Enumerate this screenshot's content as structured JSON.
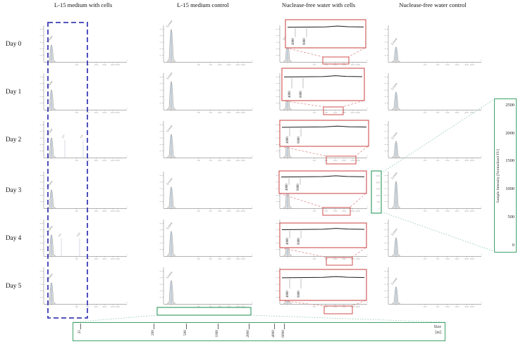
{
  "figure": {
    "column_titles": [
      "L-15 medium with cells",
      "L-15 medium control",
      "Nuclease-free water with cells",
      "Nuclease-free water control"
    ],
    "row_labels": [
      "Day 0",
      "Day 1",
      "Day 2",
      "Day 3",
      "Day 4",
      "Day 5"
    ]
  },
  "right_axis": {
    "label": "Sample Intensity [Normalized FU]",
    "ticks": [
      "2500",
      "2000",
      "1500",
      "1000",
      "500",
      "0"
    ]
  },
  "bottom_axis": {
    "ticks": [
      "25",
      "200",
      "500",
      "1000",
      "2000",
      "4000",
      "6000"
    ],
    "unit_line1": "Size",
    "unit_line2": "[nt]"
  },
  "chart_data": {
    "type": "line",
    "grid": {
      "rows": [
        "Day 0",
        "Day 1",
        "Day 2",
        "Day 3",
        "Day 4",
        "Day 5"
      ],
      "columns": [
        "L-15 medium with cells",
        "L-15 medium control",
        "Nuclease-free water with cells",
        "Nuclease-free water control"
      ]
    },
    "x": {
      "label": "Size [nt]",
      "scale": "log",
      "ticks": [
        25,
        200,
        500,
        1000,
        2000,
        4000,
        6000
      ]
    },
    "y": {
      "label": "Sample Intensity [Normalized FU]",
      "ticks": [
        0,
        500,
        1000,
        1500,
        2000,
        2500
      ]
    },
    "marker_peak_label": "Lower",
    "panel_trace": "flat baseline with single Lower marker peak",
    "additional_peaks": [
      {
        "row": "Day 2",
        "row_index": 2,
        "column": "L-15 medium with cells",
        "col_index": 0,
        "labels": [
          "137",
          "359"
        ],
        "x_offsets": [
          30,
          56
        ]
      },
      {
        "row": "Day 4",
        "row_index": 4,
        "column": "L-15 medium with cells",
        "col_index": 0,
        "labels": [
          "161",
          "1445"
        ],
        "x_offsets": [
          25,
          51
        ]
      }
    ],
    "zoom_insets": {
      "column": "Nuclease-free water with cells",
      "col_index": 2,
      "rows": "all",
      "marker_labels": [
        "4000",
        "6000"
      ]
    }
  },
  "colors": {
    "blue_box": "#3c3cb4",
    "red_box": "#cf4f4f",
    "red_connector": "#e09090",
    "green_box": "#3fa06a",
    "green_connector": "#8fcbaa",
    "axis": "#9a9a9a",
    "peak_fill": "#dcdcdc",
    "peak_marker_line": "#8fb3d9",
    "inset_trace": "#1a1a1a"
  }
}
